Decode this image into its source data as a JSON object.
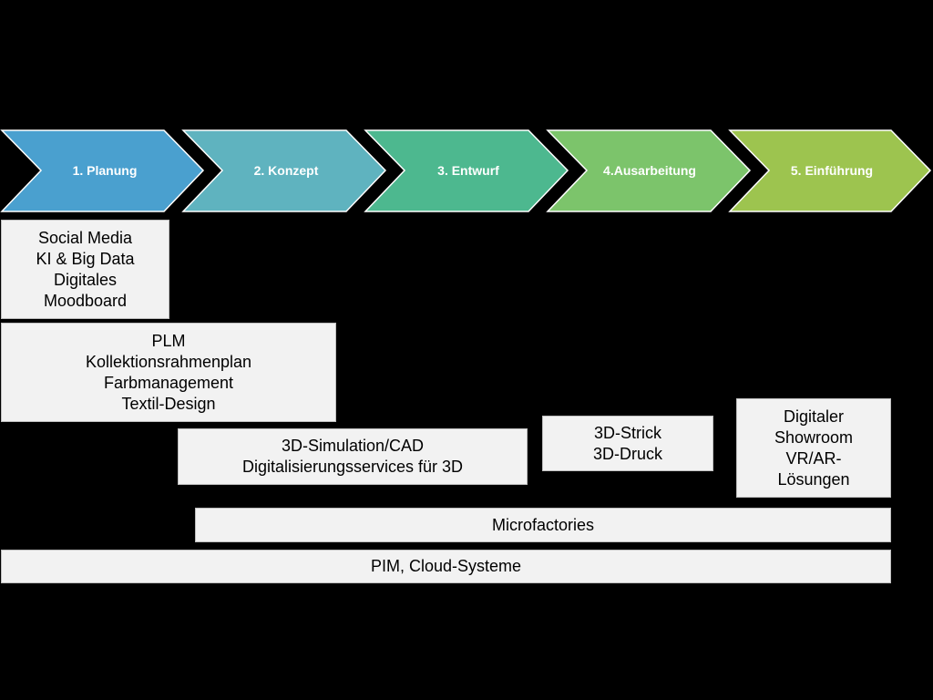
{
  "colors": {
    "background": "#000000",
    "box_fill": "#f2f2f2",
    "box_border": "#bfbfbf",
    "chevron_text": "#ffffff"
  },
  "phases": [
    {
      "label": "1. Planung",
      "color": "#4aa0cf"
    },
    {
      "label": "2. Konzept",
      "color": "#5fb3bf"
    },
    {
      "label": "3. Entwurf",
      "color": "#4db88f"
    },
    {
      "label": "4.Ausarbeitung",
      "color": "#7cc46b"
    },
    {
      "label": "5. Einführung",
      "color": "#9dc44f"
    }
  ],
  "boxes": {
    "social": [
      "Social Media",
      "KI & Big Data",
      "Digitales",
      "Moodboard"
    ],
    "plm": [
      "PLM",
      "Kollektionsrahmenplan",
      "Farbmanagement",
      "Textil-Design"
    ],
    "sim": [
      "3D-Simulation/CAD",
      "Digitalisierungsservices für 3D"
    ],
    "strick": [
      "3D-Strick",
      "3D-Druck"
    ],
    "showroom": [
      "Digitaler",
      "Showroom",
      "VR/AR-",
      "Lösungen"
    ],
    "micro": [
      "Microfactories"
    ],
    "pim": [
      "PIM, Cloud-Systeme"
    ]
  }
}
